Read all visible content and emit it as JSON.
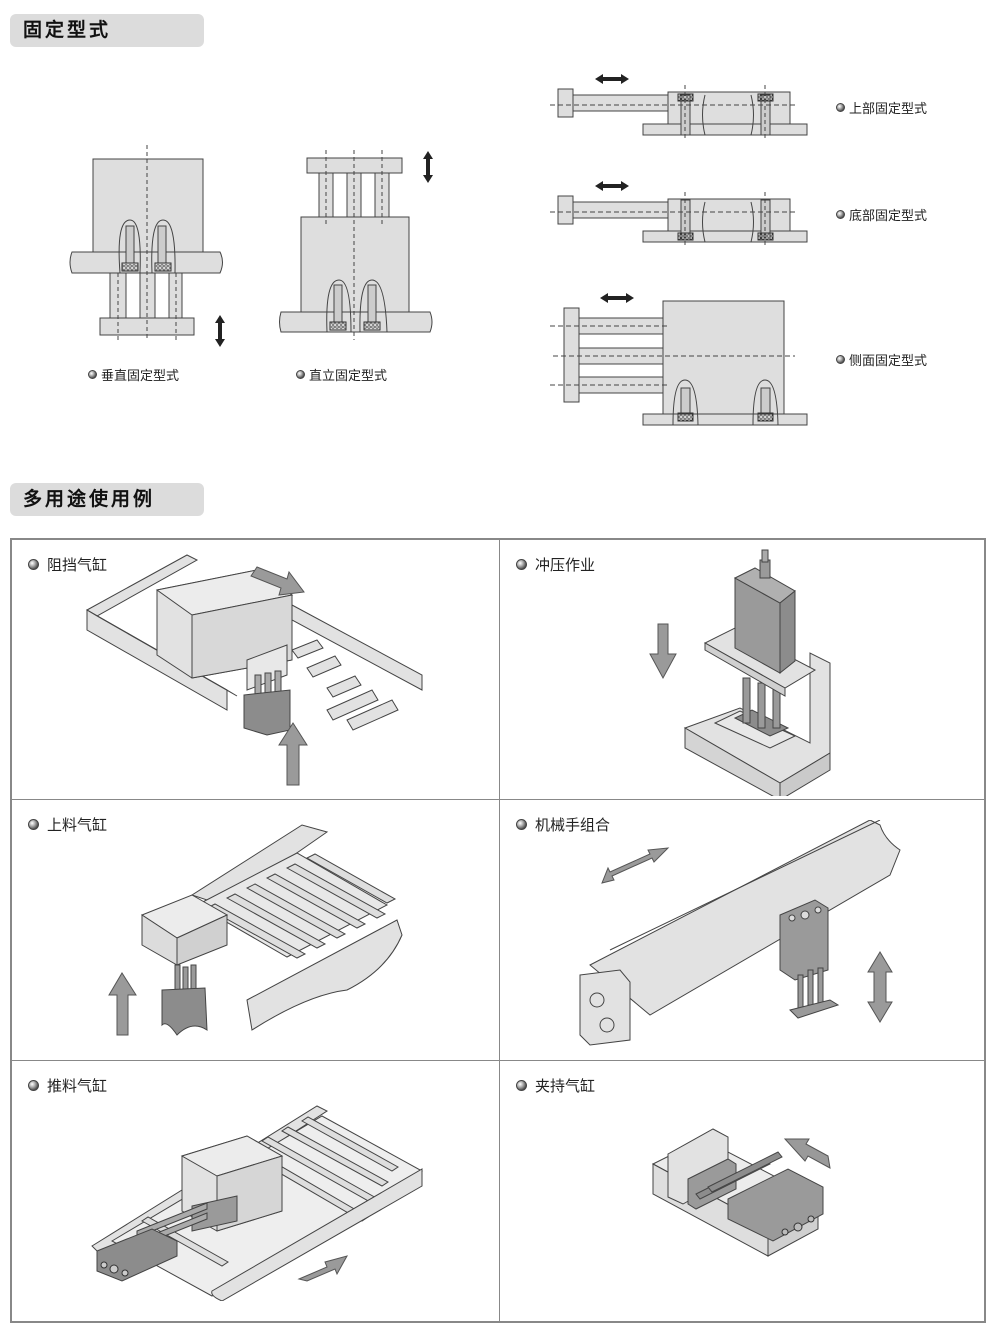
{
  "sections": {
    "mounting": {
      "title": "固定型式",
      "figures": [
        {
          "caption": "垂直固定型式",
          "icon": "vertical-mount-diagram"
        },
        {
          "caption": "直立固定型式",
          "icon": "upright-mount-diagram"
        },
        {
          "caption": "上部固定型式",
          "icon": "top-mount-diagram"
        },
        {
          "caption": "底部固定型式",
          "icon": "bottom-mount-diagram"
        },
        {
          "caption": "侧面固定型式",
          "icon": "side-mount-diagram"
        }
      ]
    },
    "applications": {
      "title": "多用途使用例",
      "items": [
        {
          "label": "阻挡气缸",
          "icon": "stopper-cylinder-illustration"
        },
        {
          "label": "冲压作业",
          "icon": "press-operation-illustration"
        },
        {
          "label": "上料气缸",
          "icon": "loading-cylinder-illustration"
        },
        {
          "label": "机械手组合",
          "icon": "manipulator-combination-illustration"
        },
        {
          "label": "推料气缸",
          "icon": "pushing-cylinder-illustration"
        },
        {
          "label": "夹持气缸",
          "icon": "clamping-cylinder-illustration"
        }
      ]
    }
  },
  "colors": {
    "header_bg": "#dcdcdc",
    "part_fill": "#dedede",
    "part_dark": "#8c8c8c",
    "arrow_fill": "#9a9a9a",
    "grid_border": "#888888"
  }
}
